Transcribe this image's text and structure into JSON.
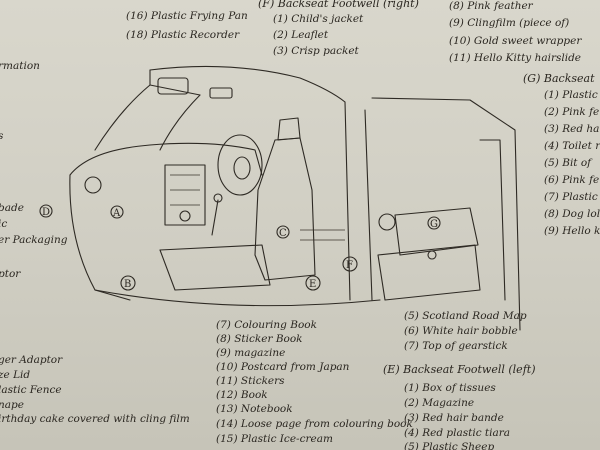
{
  "top_left": [
    {
      "n": "16",
      "text": "Plastic Frying Pan"
    },
    {
      "n": "18",
      "text": "Plastic Recorder"
    }
  ],
  "section_f": {
    "letter": "F",
    "heading": "Backseat Footwell (right)",
    "items": [
      {
        "n": "1",
        "text": "Child's jacket"
      },
      {
        "n": "2",
        "text": "Leaflet"
      },
      {
        "n": "3",
        "text": "Crisp packet"
      }
    ]
  },
  "top_right": [
    {
      "n": "8",
      "text": "Pink feather"
    },
    {
      "n": "9",
      "text": "Clingfilm (piece of)"
    },
    {
      "n": "10",
      "text": "Gold sweet wrapper"
    },
    {
      "n": "11",
      "text": "Hello Kitty hairslide"
    }
  ],
  "section_g": {
    "letter": "G",
    "heading": "Backseat",
    "items": [
      {
        "n": "1",
        "text": "Plastic"
      },
      {
        "n": "2",
        "text": "Pink fe"
      },
      {
        "n": "3",
        "text": "Red ha"
      },
      {
        "n": "4",
        "text": "Toilet r"
      },
      {
        "n": "5",
        "text": "Bit of"
      },
      {
        "n": "6",
        "text": "Pink fe"
      },
      {
        "n": "7",
        "text": "Plastic"
      },
      {
        "n": "8",
        "text": "Dog lol"
      },
      {
        "n": "9",
        "text": "Hello k"
      }
    ]
  },
  "left_margin": [
    "rmation",
    "",
    "s",
    "",
    "bade",
    "ic",
    "er Packaging",
    "",
    "ptor",
    "",
    "",
    "ger Adaptor",
    "ze Lid",
    "lastic Fence",
    "nape",
    "irthday cake covered with cling film"
  ],
  "middle_list": [
    {
      "n": "7",
      "text": "Colouring Book"
    },
    {
      "n": "8",
      "text": "Sticker Book"
    },
    {
      "n": "9",
      "text": "magazine"
    },
    {
      "n": "10",
      "text": "Postcard from Japan"
    },
    {
      "n": "11",
      "text": "Stickers"
    },
    {
      "n": "12",
      "text": "Book"
    },
    {
      "n": "13",
      "text": "Notebook"
    },
    {
      "n": "14",
      "text": "Loose page from colouring book"
    },
    {
      "n": "15",
      "text": "Plastic Ice-cream"
    }
  ],
  "right_list": [
    {
      "n": "5",
      "text": "Scotland Road Map"
    },
    {
      "n": "6",
      "text": "White hair bobble"
    },
    {
      "n": "7",
      "text": "Top of gearstick"
    }
  ],
  "section_e": {
    "letter": "E",
    "heading": "Backseat Footwell (left)",
    "items": [
      {
        "n": "1",
        "text": "Box of tissues"
      },
      {
        "n": "2",
        "text": "Magazine"
      },
      {
        "n": "3",
        "text": "Red hair bande"
      },
      {
        "n": "4",
        "text": "Red plastic tiara"
      },
      {
        "n": "5",
        "text": "Plastic Sheep"
      }
    ]
  },
  "diagram_labels": [
    "A",
    "B",
    "C",
    "D",
    "E",
    "F",
    "G"
  ]
}
